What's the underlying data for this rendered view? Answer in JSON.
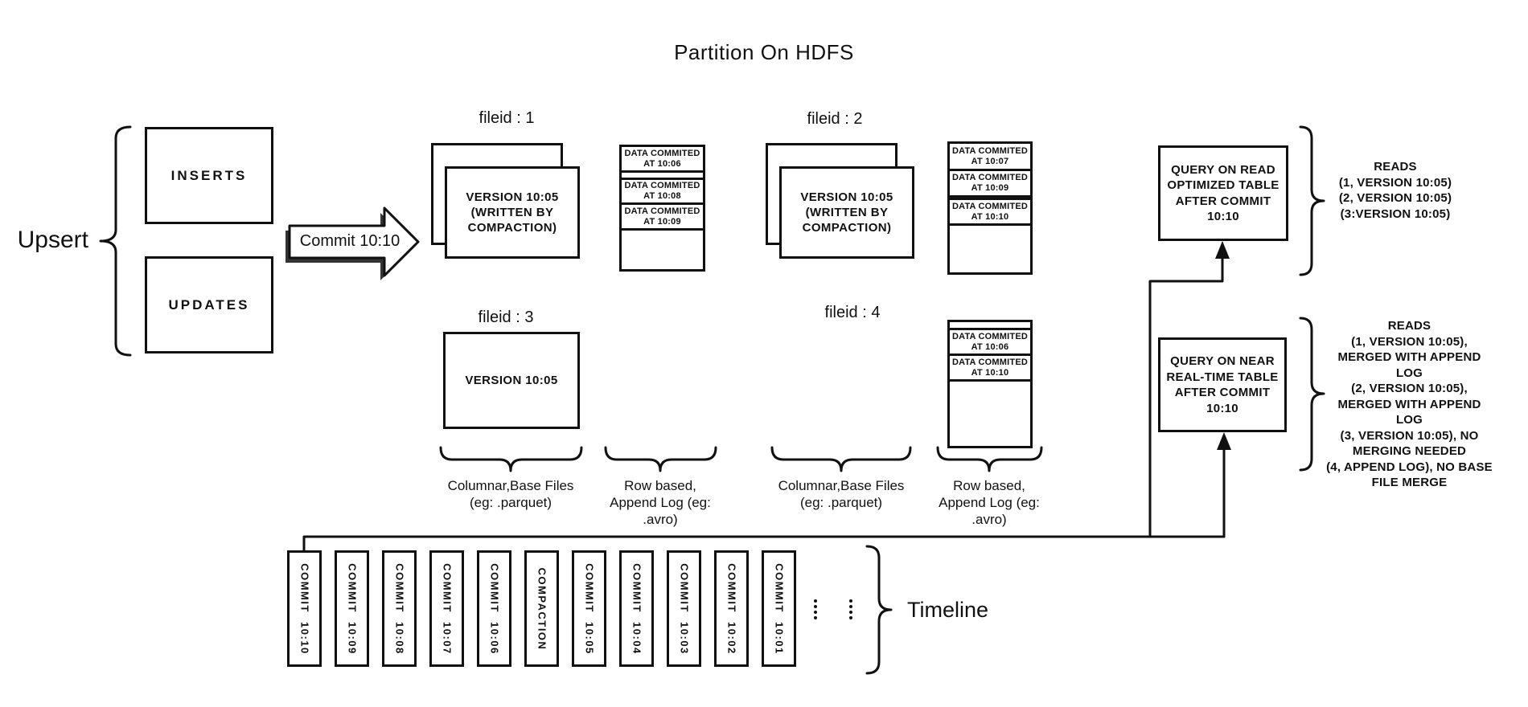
{
  "title": "Partition On HDFS",
  "upsert": {
    "label": "Upsert",
    "inserts_label": "INSERTS",
    "updates_label": "UPDATES"
  },
  "commit_arrow": {
    "label": "Commit 10:10"
  },
  "file_groups": {
    "f1": {
      "label": "fileid : 1",
      "version_text": "VERSION 10:05\n(WRITTEN BY\nCOMPACTION)"
    },
    "f2": {
      "label": "fileid : 2",
      "version_text": "VERSION 10:05\n(WRITTEN BY\nCOMPACTION)"
    },
    "f3": {
      "label": "fileid : 3",
      "version_text": "VERSION 10:05"
    },
    "f4": {
      "label": "fileid : 4"
    }
  },
  "logs": {
    "log1": [
      "DATA COMMITED\nAT 10:06",
      "DATA COMMITED\nAT 10:08",
      "DATA COMMITED\nAT 10:09"
    ],
    "log2": [
      "DATA COMMITED\nAT 10:07",
      "DATA COMMITED\nAT 10:09",
      "DATA COMMITED\nAT 10:10"
    ],
    "log4": [
      "DATA COMMITED\nAT 10:06",
      "DATA COMMITED\nAT 10:10"
    ]
  },
  "column_labels": {
    "columnar": "Columnar,Base Files\n(eg: .parquet)",
    "row_based": "Row based,\nAppend Log  (eg:\n.avro)"
  },
  "queries": {
    "read_optimized": "QUERY ON READ\nOPTIMIZED TABLE\nAFTER COMMIT\n10:10",
    "near_real_time": "QUERY ON NEAR\nREAL-TIME TABLE\nAFTER COMMIT\n10:10"
  },
  "reads": {
    "read_optimized": "READS\n(1, VERSION 10:05)\n(2, VERSION 10:05)\n(3:VERSION 10:05)",
    "near_real_time": "READS\n(1, VERSION 10:05),\nMERGED WITH APPEND LOG\n(2, VERSION 10:05),\nMERGED WITH APPEND LOG\n(3, VERSION 10:05), NO\nMERGING NEEDED\n(4, APPEND LOG), NO BASE\nFILE MERGE"
  },
  "timeline": {
    "label": "Timeline",
    "entries": [
      "COMMIT 10:10",
      "COMMIT 10:09",
      "COMMIT 10:08",
      "COMMIT 10:07",
      "COMMIT 10:06",
      "COMPACTION",
      "COMMIT 10:05",
      "COMMIT 10:04",
      "COMMIT 10:03",
      "COMMIT 10:02",
      "COMMIT 10:01"
    ]
  },
  "colors": {
    "ink": "#111111",
    "background": "#ffffff"
  }
}
